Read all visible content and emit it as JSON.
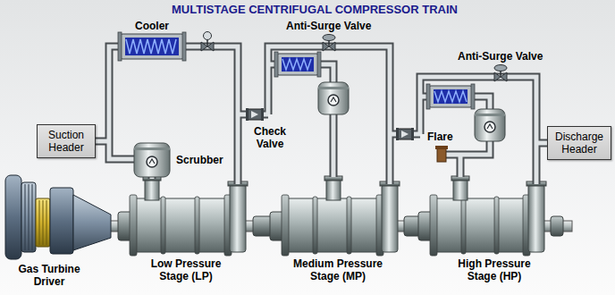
{
  "diagram": {
    "title": "MULTISTAGE CENTRIFUGAL COMPRESSOR TRAIN",
    "nodes": [
      {
        "text": [
          "Suction Header"
        ]
      },
      {
        "text": [
          "Discharge Header"
        ]
      }
    ],
    "labels": [
      "Cooler",
      "Anti-Surge Valve",
      "Anti-Surge Valve",
      "Check Valve",
      "Scrubber",
      "Flare",
      "Gas Turbine Driver",
      "Low Pressure Stage (LP)",
      "Medium Pressure Stage (MP)",
      "High Pressure Stage (HP)"
    ]
  }
}
